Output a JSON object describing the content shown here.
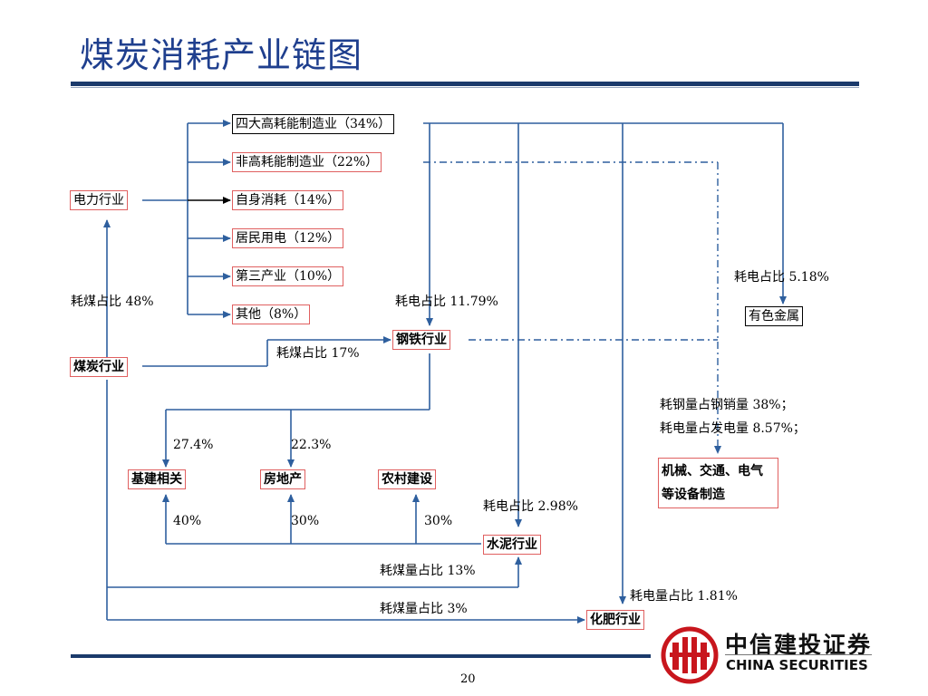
{
  "title": "煤炭消耗产业链图",
  "page_number": "20",
  "brand": {
    "name_cn": "中信建投证券",
    "name_en": "CHINA SECURITIES",
    "color": "#c8161d"
  },
  "colors": {
    "title": "#1f3f8e",
    "rule": "#1b3a6b",
    "arrow": "#2e5f9e",
    "node_border": "#e06060"
  },
  "nodes": {
    "power": "电力行业",
    "coal": "煤炭行业",
    "four_high": "四大高耗能制造业（34%）",
    "non_high": "非高耗能制造业（22%）",
    "self_use": "自身消耗（14%）",
    "residential": "居民用电（12%）",
    "tertiary": "第三产业（10%）",
    "other": "其他（8%）",
    "steel": "钢铁行业",
    "nonferrous": "有色金属",
    "infra": "基建相关",
    "realestate": "房地产",
    "rural": "农村建设",
    "cement": "水泥行业",
    "machinery": "机械、交通、电气等设备制造",
    "fertilizer": "化肥行业"
  },
  "labels": {
    "coal_to_power": "耗煤占比 48%",
    "coal_to_steel": "耗煤占比 17%",
    "power_to_steel": "耗电占比 11.79%",
    "power_to_nonferrous": "耗电占比 5.18%",
    "machinery_steel": "耗钢量占钢销量 38%；",
    "machinery_power": "耗电量占发电量 8.57%；",
    "steel_to_infra": "27.4%",
    "steel_to_realestate": "22.3%",
    "cement_to_infra": "40%",
    "cement_to_realestate": "30%",
    "cement_to_rural": "30%",
    "power_to_cement": "耗电占比 2.98%",
    "coal_to_cement": "耗煤量占比 13%",
    "coal_to_fertilizer": "耗煤量占比 3%",
    "power_to_fertilizer": "耗电量占比 1.81%"
  }
}
